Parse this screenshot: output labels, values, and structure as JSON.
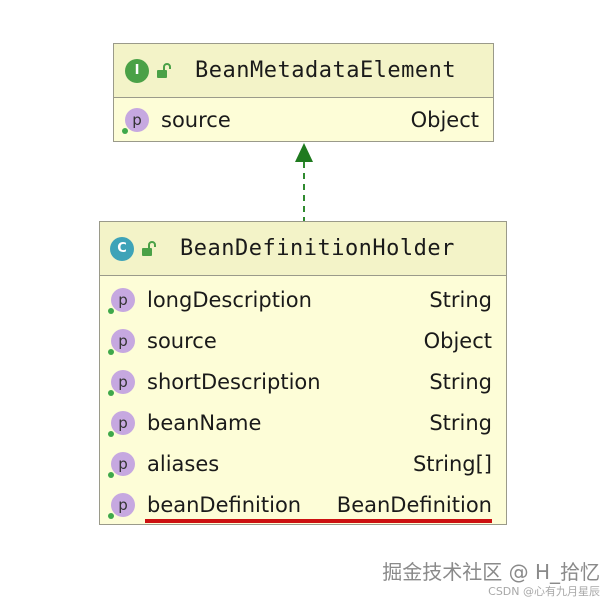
{
  "diagram": {
    "interface": {
      "kind": "I",
      "kind_color": "#4aa147",
      "name": "BeanMetadataElement",
      "properties": [
        {
          "name": "source",
          "type": "Object"
        }
      ]
    },
    "class": {
      "kind": "C",
      "kind_color": "#3ea3b8",
      "name": "BeanDefinitionHolder",
      "properties": [
        {
          "name": "longDescription",
          "type": "String"
        },
        {
          "name": "source",
          "type": "Object"
        },
        {
          "name": "shortDescription",
          "type": "String"
        },
        {
          "name": "beanName",
          "type": "String"
        },
        {
          "name": "aliases",
          "type": "String[]"
        },
        {
          "name": "beanDefinition",
          "type": "BeanDefinition"
        }
      ]
    },
    "property_badge": "p",
    "arrow_color": "#2f8a2f",
    "underline_color": "#cc1111"
  },
  "watermark": {
    "line1": "掘金技术社区 @ H_拾忆",
    "line2": "CSDN @心有九月星辰"
  }
}
